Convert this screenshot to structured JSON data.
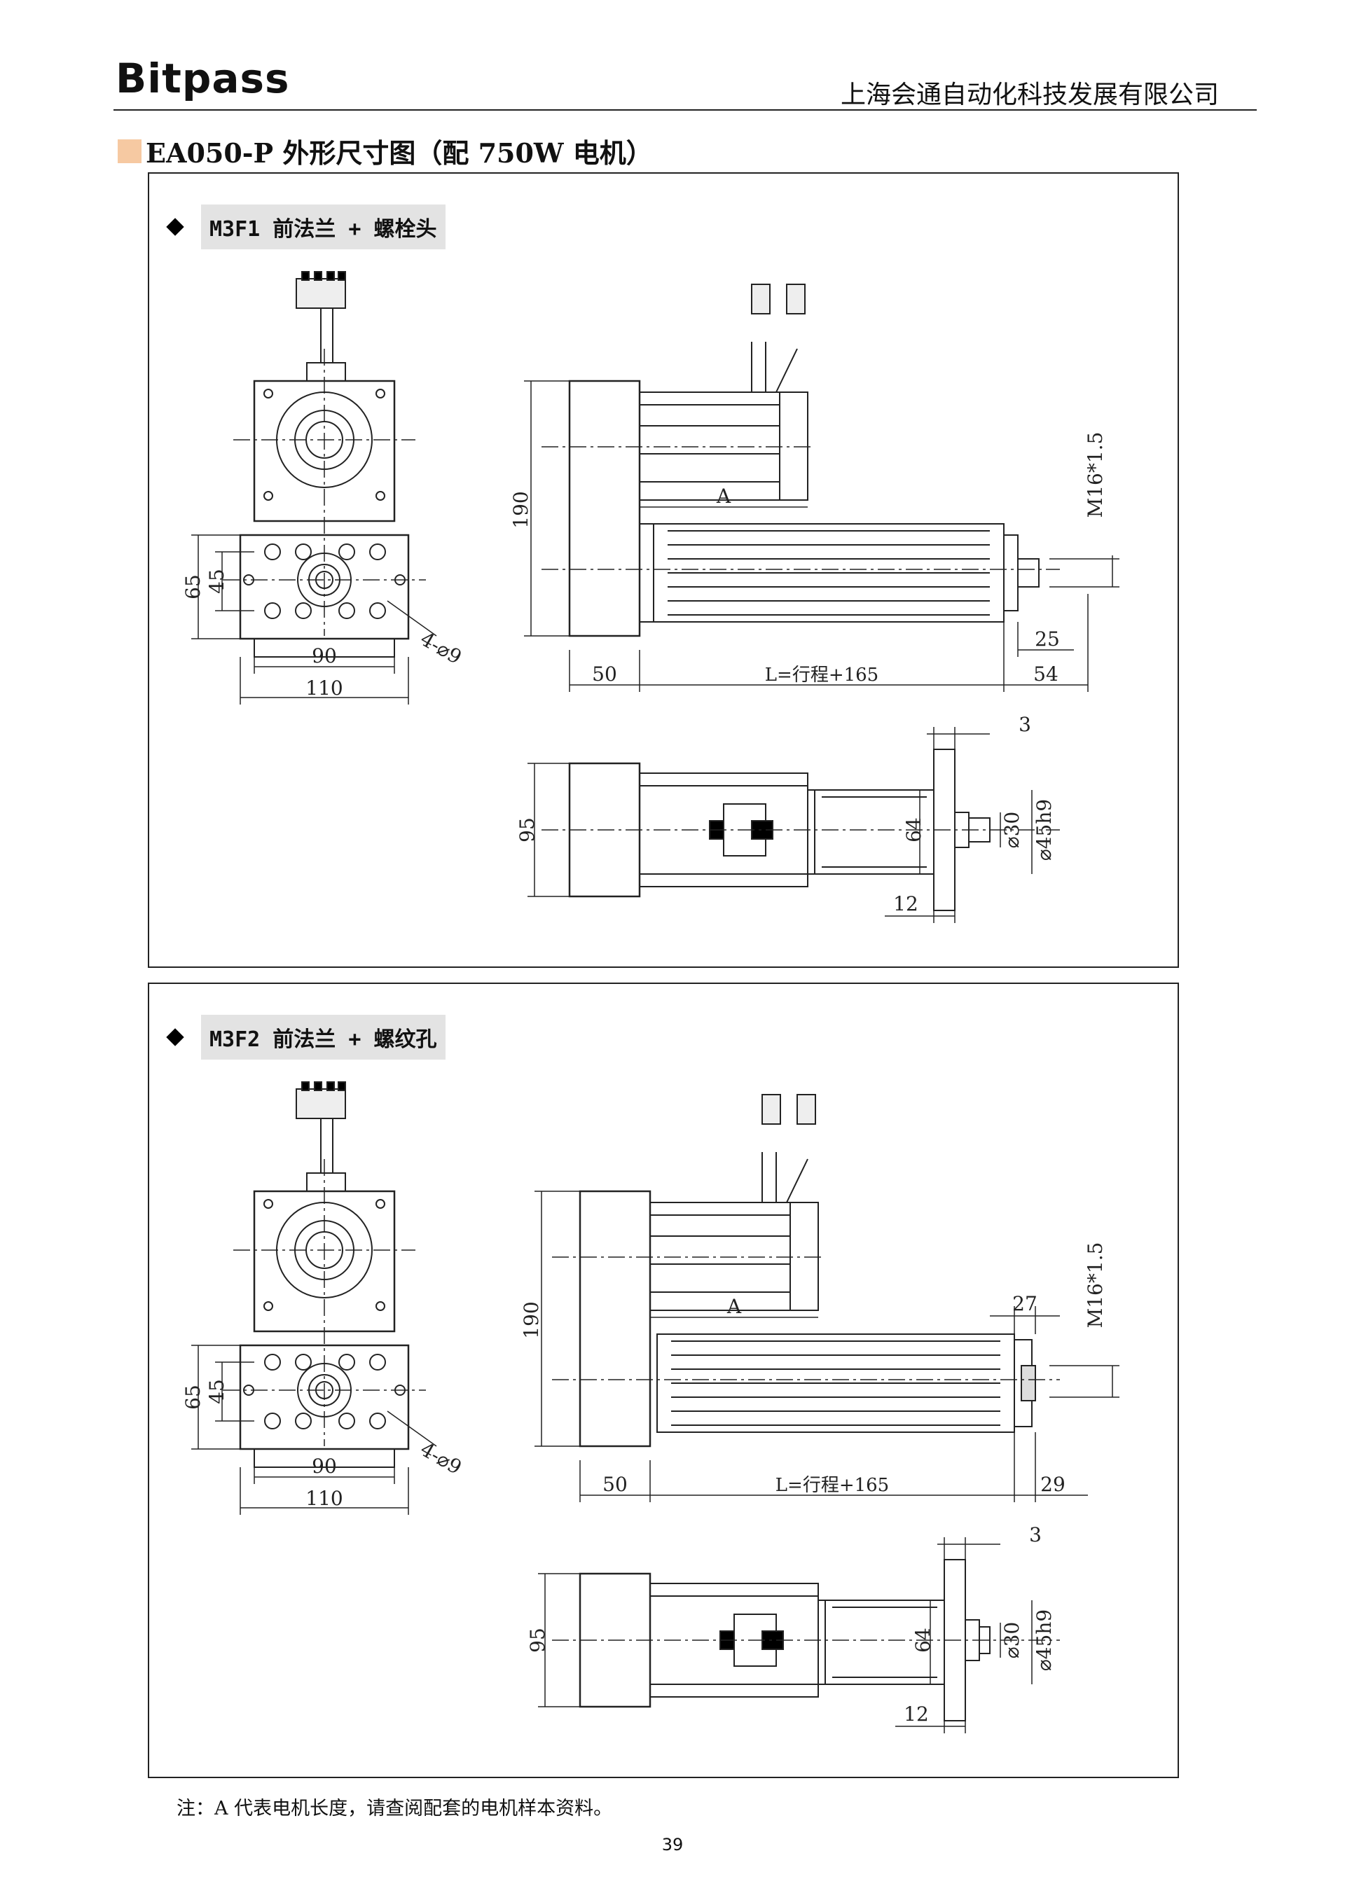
{
  "header": {
    "logo": "Bitpass",
    "company": "上海会通自动化科技发展有限公司"
  },
  "page_title": "EA050-P 外形尺寸图（配 750W 电机）",
  "sections": [
    {
      "label": "M3F1 前法兰 + 螺栓头",
      "dims": {
        "front_w1": "90",
        "front_w2": "110",
        "front_h1": "65",
        "front_h2": "45",
        "holes": "4-⌀9",
        "side_h": "190",
        "side_A": "A",
        "side_thread": "M16*1.5",
        "side_end": "25",
        "bottom_50": "50",
        "bottom_L": "L=行程+165",
        "bottom_54": "54",
        "top_3": "3",
        "top_h": "95",
        "top_64": "64",
        "top_d30": "⌀30",
        "top_d45": "⌀45h9",
        "top_12": "12"
      }
    },
    {
      "label": "M3F2 前法兰 + 螺纹孔",
      "dims": {
        "front_w1": "90",
        "front_w2": "110",
        "front_h1": "65",
        "front_h2": "45",
        "holes": "4-⌀9",
        "side_h": "190",
        "side_A": "A",
        "side_thread": "M16*1.5",
        "side_27": "27",
        "side_29": "29",
        "bottom_50": "50",
        "bottom_L": "L=行程+165",
        "top_3": "3",
        "top_h": "95",
        "top_64": "64",
        "top_d30": "⌀30",
        "top_d45": "⌀45h9",
        "top_12": "12"
      }
    }
  ],
  "note": "注：A 代表电机长度，请查阅配套的电机样本资料。",
  "page_number": "39"
}
